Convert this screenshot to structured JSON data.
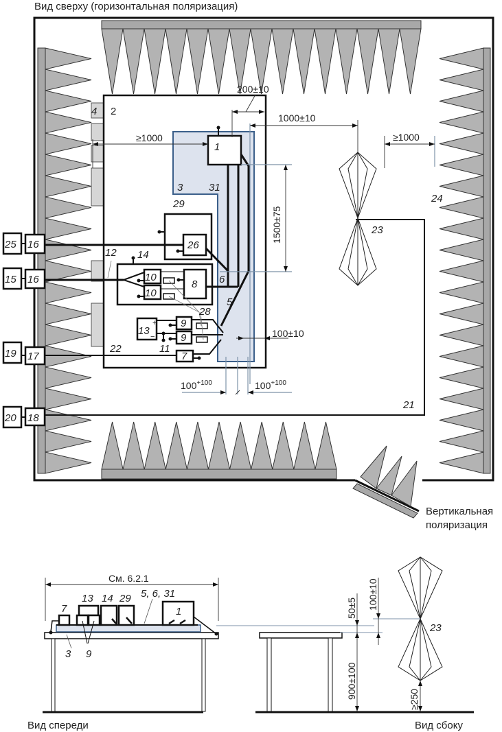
{
  "titles": {
    "top_view": "Вид сверху (горизонтальная поляризация)",
    "vertical_polarization_line1": "Вертикальная",
    "vertical_polarization_line2": "поляризация",
    "front_view": "Вид спереди",
    "side_view": "Вид сбоку"
  },
  "dimensions": {
    "d_200": "200±10",
    "d_1000_eut_antenna": "1000±10",
    "d_1000_min_left": "≥1000",
    "d_1000_min_right": "≥1000",
    "d_1500": "1500±75",
    "d_100_pm10": "100±10",
    "d_100_left_base": "100",
    "d_100_left_sup": "+100",
    "d_100_right_base": "100",
    "d_100_right_sup": "+100",
    "see_ref": "См. 6.2.1",
    "d_50": "50±5",
    "d_100_side": "100±10",
    "d_900": "900±100",
    "d_250": "≥250"
  },
  "labels": {
    "n1": "1",
    "n2": "2",
    "n3": "3",
    "n4": "4",
    "n5": "5",
    "n6": "6",
    "n7": "7",
    "n8": "8",
    "n9a": "9",
    "n9b": "9",
    "n10a": "10",
    "n10b": "10",
    "n11": "11",
    "n12": "12",
    "n13": "13",
    "n14": "14",
    "n15": "15",
    "n16a": "16",
    "n16b": "16",
    "n17": "17",
    "n18": "18",
    "n19": "19",
    "n20": "20",
    "n21": "21",
    "n22": "22",
    "n23": "23",
    "n24": "24",
    "n25": "25",
    "n26": "26",
    "n28": "28",
    "n29": "29",
    "n31": "31",
    "plus": "+",
    "minus": "−"
  },
  "front_labels": {
    "n7": "7",
    "n13": "13",
    "n14": "14",
    "n29": "29",
    "n5631": "5, 6, 31",
    "n1": "1",
    "n3": "3",
    "n9": "9"
  },
  "side_labels": {
    "n23": "23"
  },
  "colors": {
    "absorber": "#b3b3b3",
    "ground_plane": "#dde3ee",
    "ground_plane_border": "#3b5f8a",
    "line": "#111111"
  }
}
